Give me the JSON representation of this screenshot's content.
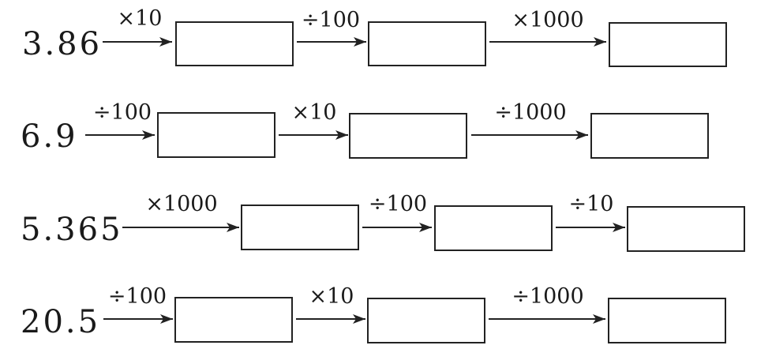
{
  "rows": [
    {
      "start": "3.86",
      "ops": [
        "×10",
        "÷100",
        "×1000"
      ]
    },
    {
      "start": "6.9",
      "ops": [
        "÷100",
        "×10",
        "÷1000"
      ]
    },
    {
      "start": "5.365",
      "ops": [
        "×1000",
        "÷100",
        "÷10"
      ]
    },
    {
      "start": "20.5",
      "ops": [
        "÷100",
        "×10",
        "÷1000"
      ]
    }
  ]
}
